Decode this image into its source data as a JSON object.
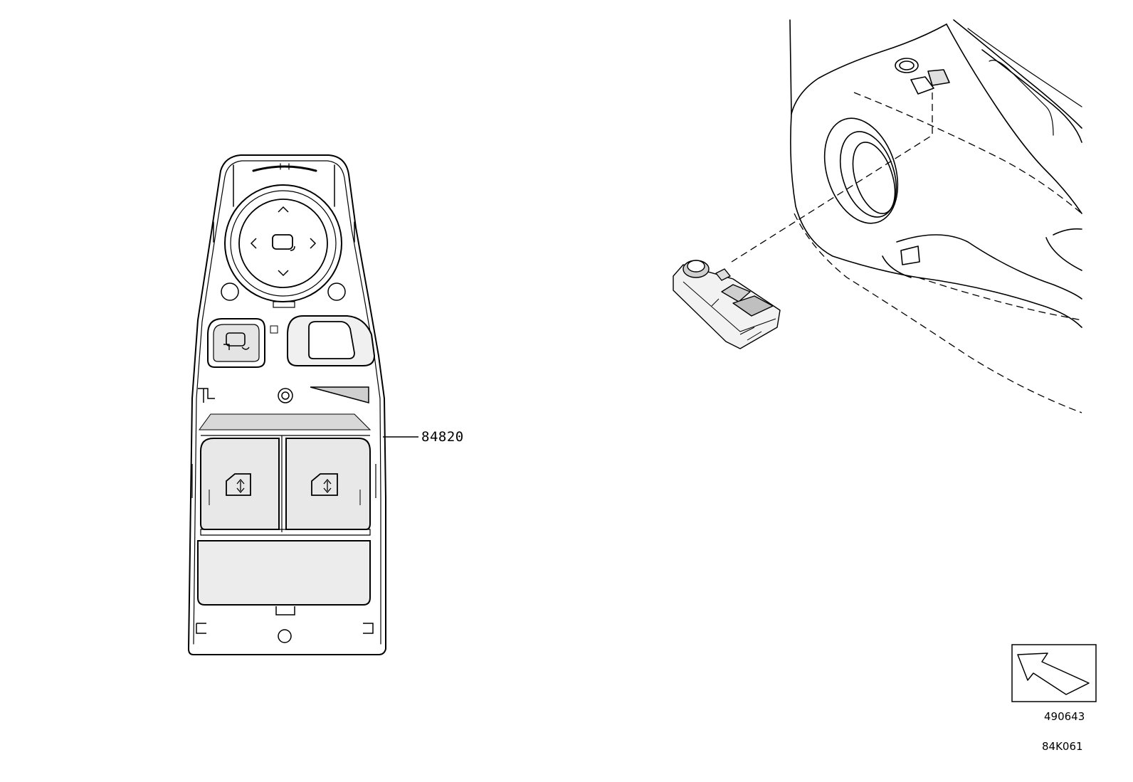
{
  "diagram": {
    "part_number": "84820",
    "reference_number": "490643",
    "diagram_code": "84K061"
  },
  "icons": {
    "mirror_joystick": "mirror-adjust-joystick-icon",
    "mirror_fold": "mirror-fold-icon",
    "window_switch": "power-window-icon",
    "view_direction": "view-direction-arrow-icon"
  },
  "colors": {
    "line": "#000000",
    "fill": "#ffffff",
    "shade": "#d9d9d9"
  }
}
